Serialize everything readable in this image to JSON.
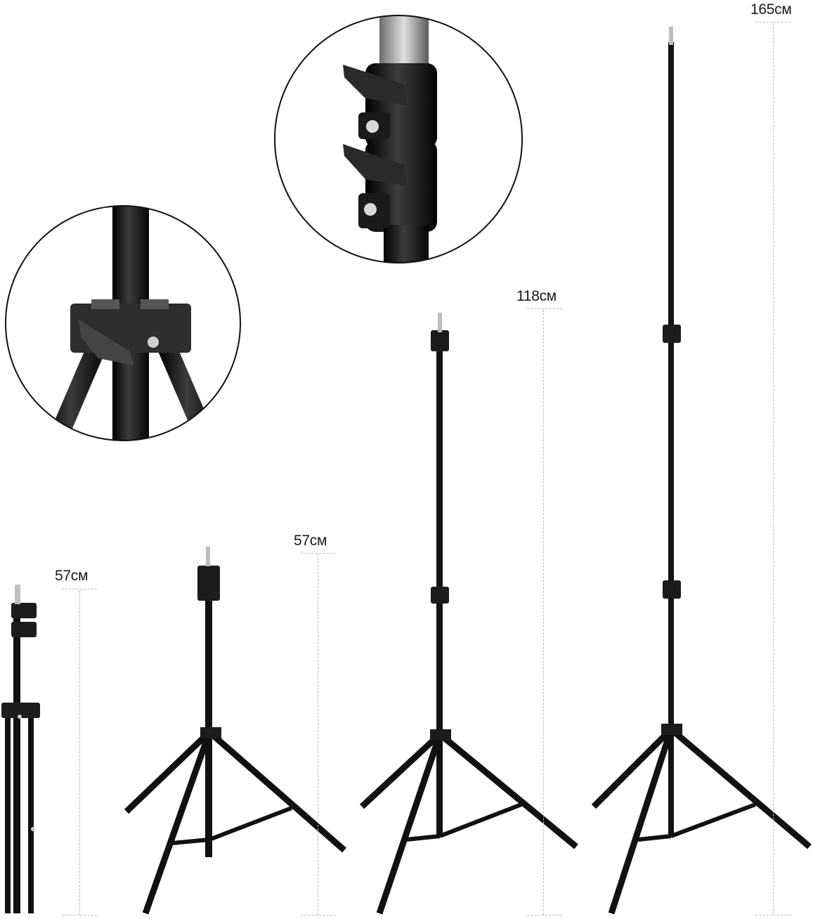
{
  "measurements": [
    {
      "label": "57см"
    },
    {
      "label": "57см"
    },
    {
      "label": "118см"
    },
    {
      "label": "165см"
    }
  ],
  "colors": {
    "background": "#ffffff",
    "stand": "#111111",
    "stand_highlight": "#3a3a3a",
    "dimension_line": "#b8b8b8",
    "circle_border": "#111111"
  },
  "icons": [
    "light-stand",
    "clamp-detail",
    "leg-hub-detail"
  ]
}
